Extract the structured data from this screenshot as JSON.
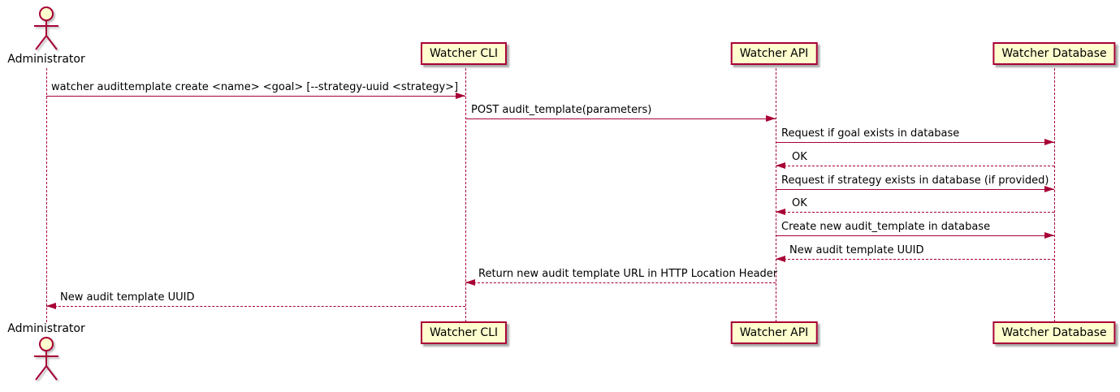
{
  "colors": {
    "stroke": "#A80036",
    "fill": "#FEFECE",
    "text": "#000000",
    "background": "#FFFFFF",
    "shadow": "#A9A9A9"
  },
  "actors": [
    {
      "name": "Administrator"
    }
  ],
  "participants": [
    {
      "label": "Watcher CLI"
    },
    {
      "label": "Watcher API"
    },
    {
      "label": "Watcher Database"
    }
  ],
  "messages": [
    {
      "from": "Administrator",
      "to": "Watcher CLI",
      "style": "solid",
      "text": "watcher audittemplate create <name> <goal> [--strategy-uuid <strategy>]"
    },
    {
      "from": "Watcher CLI",
      "to": "Watcher API",
      "style": "solid",
      "text": "POST audit_template(parameters)"
    },
    {
      "from": "Watcher API",
      "to": "Watcher Database",
      "style": "solid",
      "text": "Request if goal exists in database"
    },
    {
      "from": "Watcher Database",
      "to": "Watcher API",
      "style": "dashed",
      "text": "OK"
    },
    {
      "from": "Watcher API",
      "to": "Watcher Database",
      "style": "solid",
      "text": "Request if strategy exists in database (if provided)"
    },
    {
      "from": "Watcher Database",
      "to": "Watcher API",
      "style": "dashed",
      "text": "OK"
    },
    {
      "from": "Watcher API",
      "to": "Watcher Database",
      "style": "solid",
      "text": "Create new audit_template in database"
    },
    {
      "from": "Watcher Database",
      "to": "Watcher API",
      "style": "dashed",
      "text": "New audit template UUID"
    },
    {
      "from": "Watcher API",
      "to": "Watcher CLI",
      "style": "dashed",
      "text": "Return new audit template URL in HTTP Location Header"
    },
    {
      "from": "Watcher CLI",
      "to": "Administrator",
      "style": "dashed",
      "text": "New audit template UUID"
    }
  ]
}
